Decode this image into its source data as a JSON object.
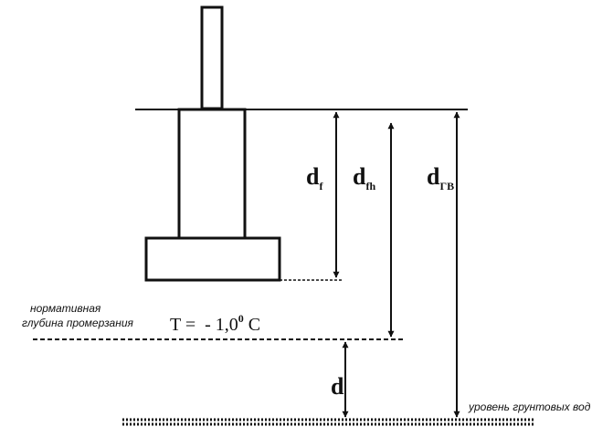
{
  "labels": {
    "df": {
      "main": "d",
      "sub": "f"
    },
    "dfh": {
      "main": "d",
      "sub": "fh"
    },
    "dgv": {
      "main": "d",
      "sub": "ГВ"
    },
    "d": {
      "main": "d"
    }
  },
  "frost_depth_label": {
    "line1": "нормативная",
    "line2": "глубина промерзания"
  },
  "temperature": {
    "prefix": "T =  - 1,0",
    "degree": "0",
    "unit": " C"
  },
  "groundwater_label": "уровень грунтовых вод",
  "colors": {
    "ink": "#111111",
    "background": "#ffffff"
  }
}
